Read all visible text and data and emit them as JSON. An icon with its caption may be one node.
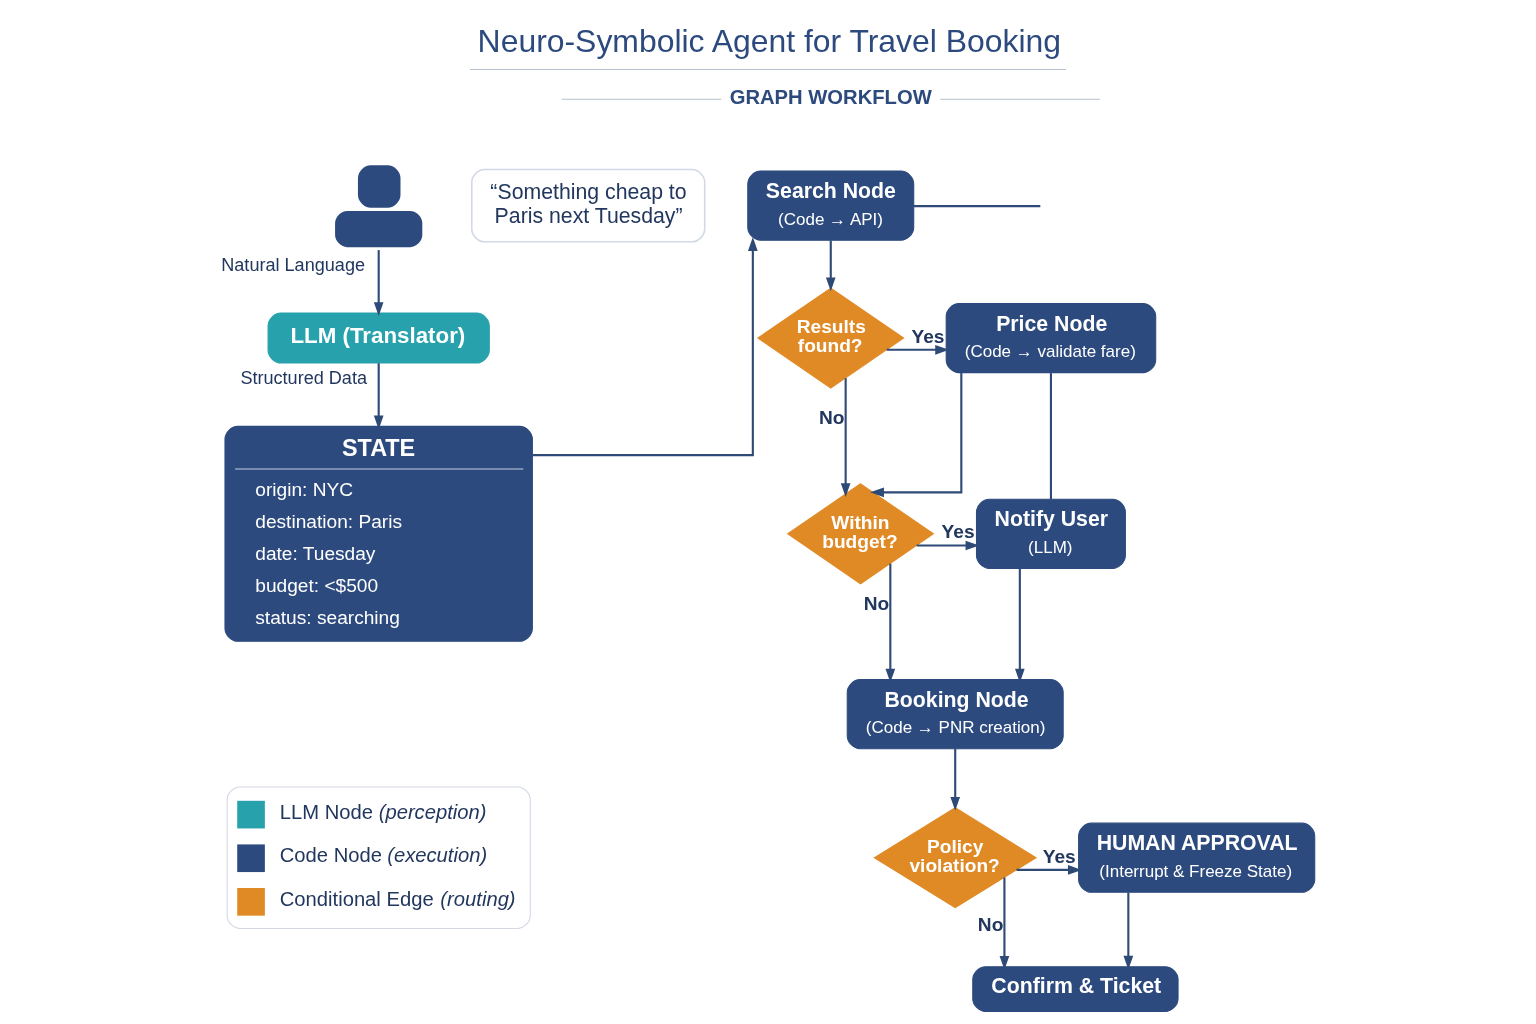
{
  "diagram": {
    "title": "Neuro-Symbolic Agent for Travel Booking",
    "nodes": [
      {
        "text": [],
        "shape": "person"
      },
      {
        "text": [
          "“Something cheap to Paris next Tuesday”"
        ]
      },
      {
        "text": [
          "LLM (Translator)"
        ]
      },
      {
        "text": [
          "STATE",
          "origin: NYC",
          "destination: Paris",
          "date: Tuesday",
          "budget: <$500",
          "status: searching"
        ]
      },
      {
        "text": [
          "Search Node",
          "(Code → API)"
        ]
      },
      {
        "text": [
          "Results found?"
        ]
      },
      {
        "text": [
          "Price Node",
          "(Code → validate fare)"
        ]
      },
      {
        "text": [
          "Within budget?"
        ]
      },
      {
        "text": [
          "Notify User",
          "(LLM)"
        ]
      },
      {
        "text": [
          "Booking Node",
          "(Code → PNR creation)"
        ]
      },
      {
        "text": [
          "Policy violation?"
        ]
      },
      {
        "text": [
          "HUMAN APPROVAL",
          "(Interrupt & Freeze State)"
        ]
      },
      {
        "text": [
          "Confirm & Ticket"
        ]
      }
    ],
    "edges": [
      {
        "from": 0,
        "to": 2,
        "arrow": "to",
        "label": "Natural Language"
      },
      {
        "from": 2,
        "to": 3,
        "arrow": "to",
        "label": "Structured Data"
      },
      {
        "from": 3,
        "to": 4,
        "arrow": "to"
      },
      {
        "from": 4,
        "to": null,
        "arrow": "none"
      },
      {
        "from": 4,
        "to": 5,
        "arrow": "to"
      },
      {
        "from": 5,
        "to": 6,
        "arrow": "to",
        "label": "Yes"
      },
      {
        "from": 5,
        "to": 7,
        "arrow": "to",
        "label": "No"
      },
      {
        "from": 6,
        "to": 7,
        "arrow": "to"
      },
      {
        "from": 6,
        "to": 8,
        "arrow": "none"
      },
      {
        "from": 7,
        "to": 8,
        "arrow": "to",
        "label": "Yes"
      },
      {
        "from": 7,
        "to": 9,
        "arrow": "to",
        "label": "No"
      },
      {
        "from": 8,
        "to": 9,
        "arrow": "to"
      },
      {
        "from": 9,
        "to": 10,
        "arrow": "to"
      },
      {
        "from": 10,
        "to": 11,
        "arrow": "to",
        "label": "Yes"
      },
      {
        "from": 10,
        "to": 12,
        "arrow": "to",
        "label": "No"
      },
      {
        "from": 11,
        "to": 12,
        "arrow": "to"
      }
    ],
    "labels": [
      "GRAPH WORKFLOW"
    ],
    "legend": [
      {
        "text": "LLM Node *(perception)*",
        "color": "#27a2ad"
      },
      {
        "text": "Code Node *(execution)*",
        "color": "#2c4a7e"
      },
      {
        "text": "Conditional Edge *(routing)*",
        "color": "#e08a26"
      }
    ]
  }
}
